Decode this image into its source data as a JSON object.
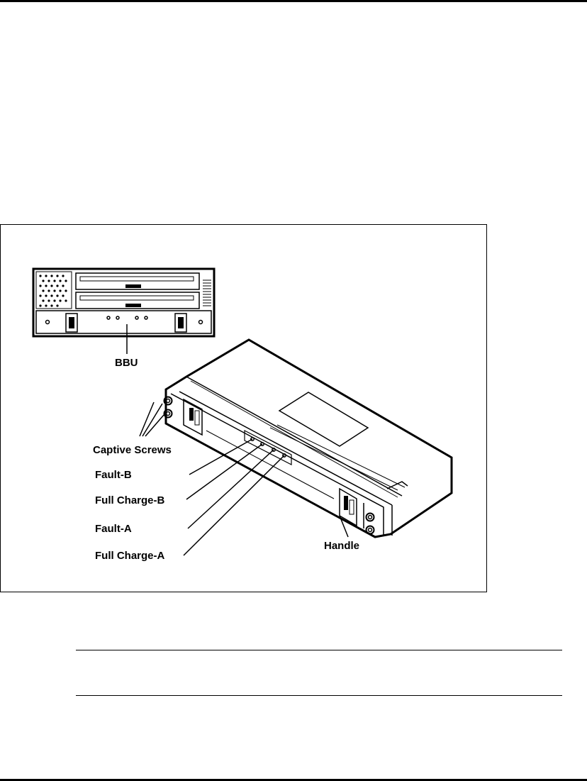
{
  "figure": {
    "labels": {
      "bbu": "BBU",
      "captive_screws": "Captive Screws",
      "fault_b": "Fault-B",
      "full_charge_b": "Full Charge-B",
      "fault_a": "Fault-A",
      "full_charge_a": "Full Charge-A",
      "handle": "Handle"
    }
  }
}
